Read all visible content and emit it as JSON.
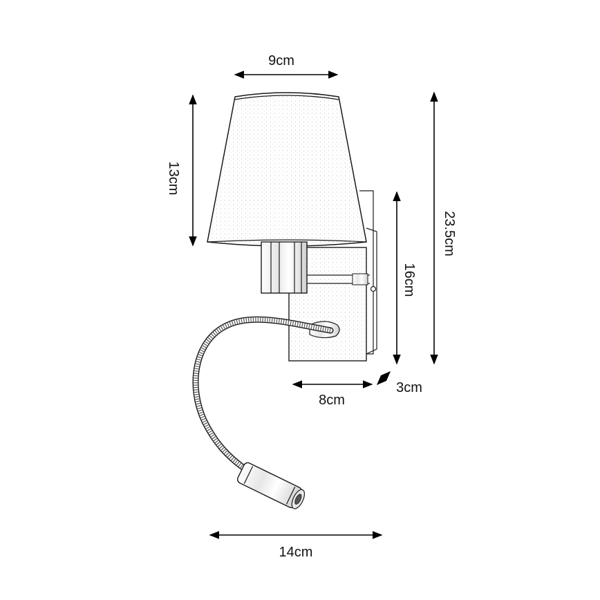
{
  "dimensions": {
    "shade_width": "9cm",
    "shade_height": "13cm",
    "total_height": "23.5cm",
    "plate_height": "16cm",
    "plate_width": "8cm",
    "plate_depth": "3cm",
    "total_width": "14cm"
  }
}
